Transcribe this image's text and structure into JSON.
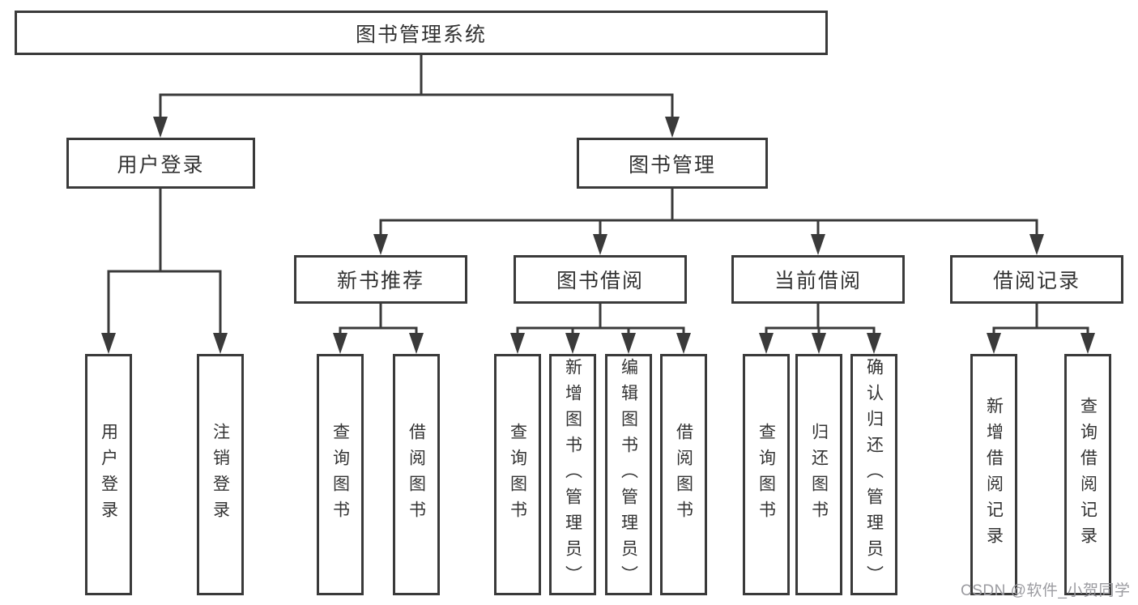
{
  "tree": {
    "root": {
      "label": "图书管理系统"
    },
    "user_login": {
      "label": "用户登录",
      "leaves": [
        "用户登录",
        "注销登录"
      ]
    },
    "book_mgmt": {
      "label": "图书管理"
    },
    "new_book": {
      "label": "新书推荐",
      "leaves": [
        "查询图书",
        "借阅图书"
      ]
    },
    "book_borrow": {
      "label": "图书借阅",
      "leaves": [
        "查询图书",
        "新增图书（管理员）",
        "编辑图书（管理员）",
        "借阅图书"
      ]
    },
    "current_borrow": {
      "label": "当前借阅",
      "leaves": [
        "查询图书",
        "归还图书",
        "确认归还（管理员）"
      ]
    },
    "borrow_record": {
      "label": "借阅记录",
      "leaves": [
        "新增借阅记录",
        "查询借阅记录"
      ]
    }
  },
  "watermark": "CSDN @软件_小贺同学",
  "colors": {
    "line": "#3a3a3a",
    "text": "#333333",
    "watermark": "#9b9ba0",
    "background": "#ffffff"
  }
}
